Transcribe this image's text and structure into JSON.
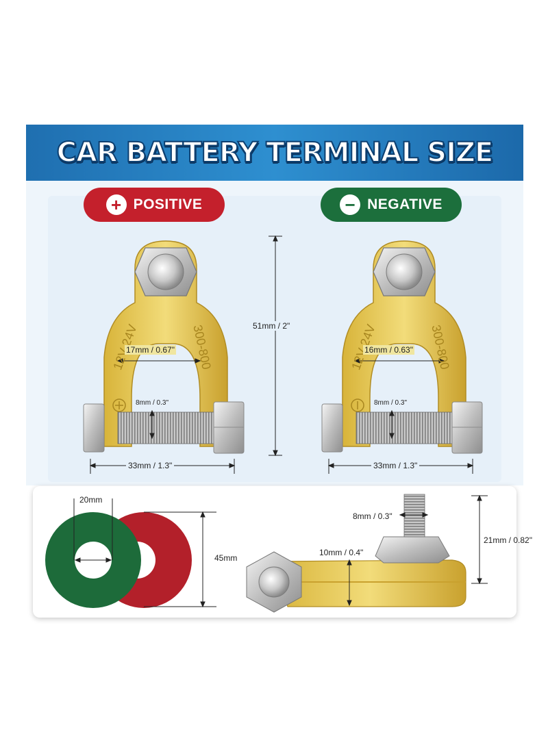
{
  "banner": {
    "title": "CAR BATTERY TERMINAL SIZE"
  },
  "positive": {
    "label": "POSITIVE",
    "icon": "plus-icon",
    "color": "#c4202c",
    "stamp_left": "12V-24V",
    "stamp_right": "300-800",
    "inner_width": "17mm / 0.67\"",
    "bolt": "8mm / 0.3\"",
    "width": "33mm / 1.3\""
  },
  "negative": {
    "label": "NEGATIVE",
    "icon": "minus-icon",
    "color": "#1c6f3c",
    "stamp_left": "12V-24V",
    "stamp_right": "300-800",
    "inner_width": "16mm / 0.63\"",
    "bolt": "8mm / 0.3\"",
    "width": "33mm / 1.3\""
  },
  "height_label": "51mm / 2\"",
  "washers": {
    "inner": "20mm",
    "outer": "45mm",
    "colors": {
      "green": "#1d6b3a",
      "red": "#b3202a"
    }
  },
  "side_view": {
    "bolt": "8mm / 0.3\"",
    "thickness": "10mm / 0.4\"",
    "height": "21mm / 0.82\""
  },
  "colors": {
    "brass": "#e2c24a",
    "banner": "#2a84c6"
  }
}
